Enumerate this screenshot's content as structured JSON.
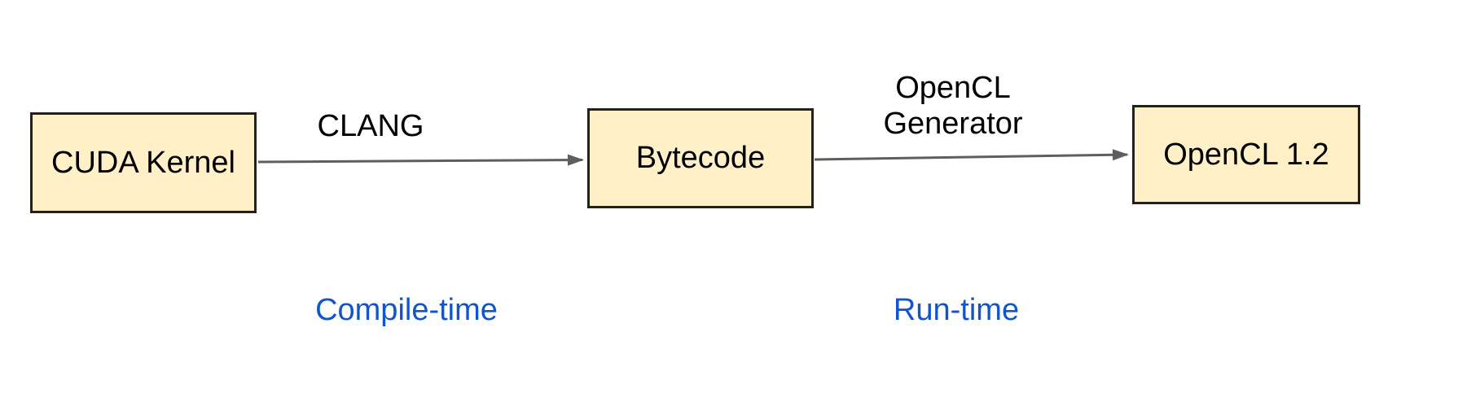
{
  "diagram": {
    "nodes": [
      {
        "id": "cuda-kernel",
        "label": "CUDA Kernel"
      },
      {
        "id": "bytecode",
        "label": "Bytecode"
      },
      {
        "id": "opencl-12",
        "label": "OpenCL 1.2"
      }
    ],
    "edges": [
      {
        "id": "clang",
        "label": "CLANG",
        "from": "cuda-kernel",
        "to": "bytecode"
      },
      {
        "id": "opencl-generator",
        "label": "OpenCL Generator",
        "from": "bytecode",
        "to": "opencl-12"
      }
    ],
    "phase_labels": [
      {
        "id": "compile-time",
        "label": "Compile-time"
      },
      {
        "id": "run-time",
        "label": "Run-time"
      }
    ],
    "colors": {
      "node_fill": "#FFF0C7",
      "node_border": "#24201A",
      "arrow": "#5E5E5E",
      "phase_text": "#1155CC",
      "text": "#000000",
      "background": "#FFFFFF"
    }
  }
}
